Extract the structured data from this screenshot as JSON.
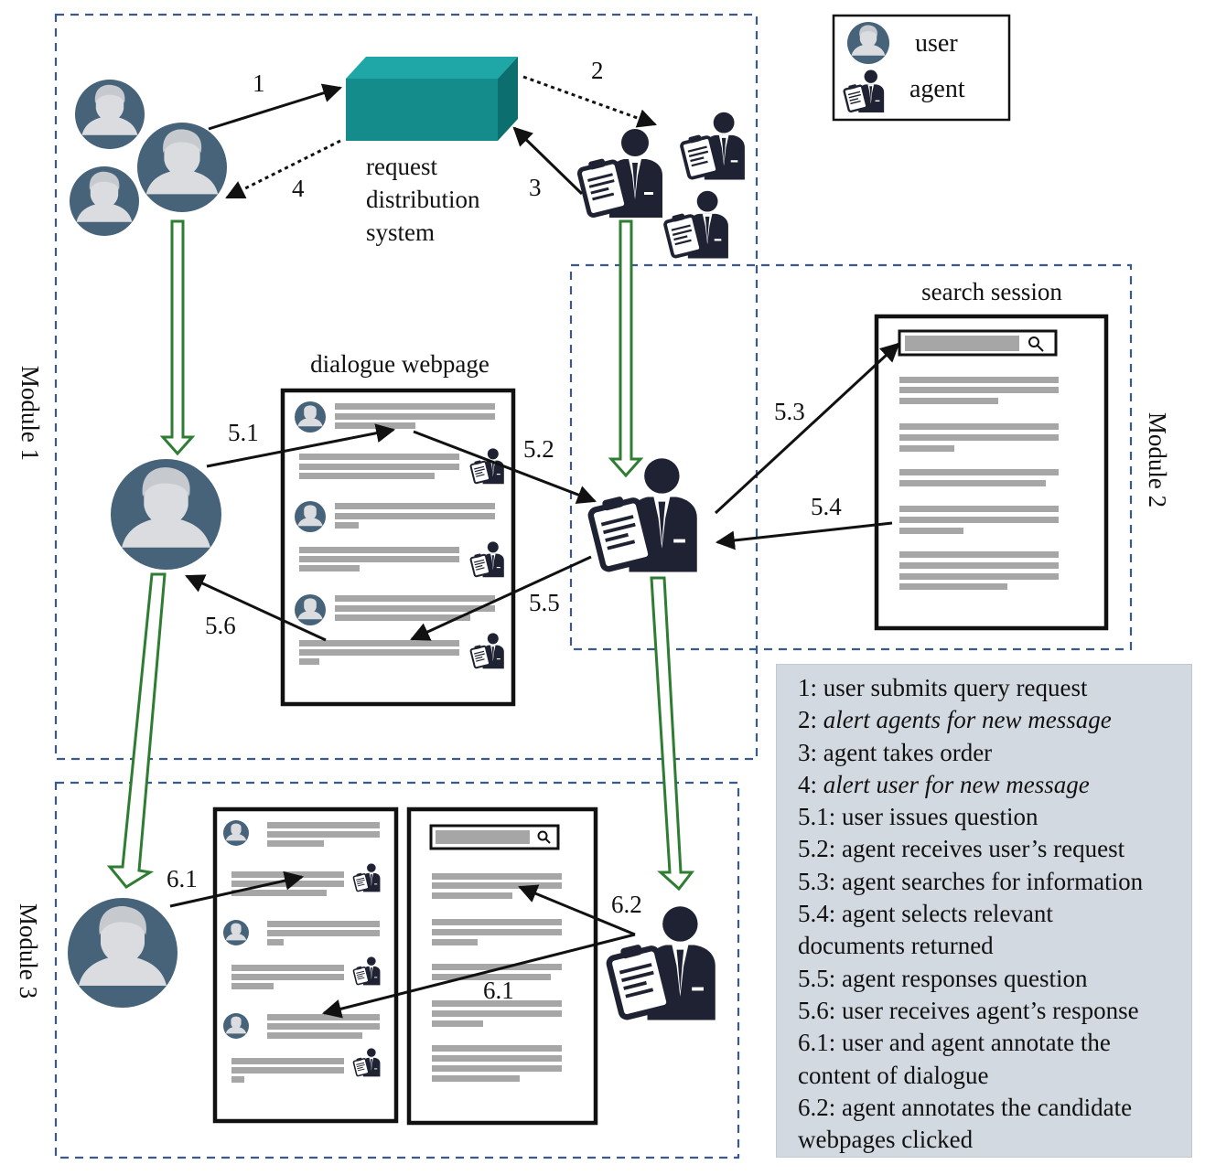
{
  "modules": {
    "module1": "Module 1",
    "module2": "Module 2",
    "module3": "Module 3"
  },
  "system": {
    "line1": "request",
    "line2": "distribution",
    "line3": "system"
  },
  "step_labels": {
    "s1": "1",
    "s2": "2",
    "s3": "3",
    "s4": "4",
    "s51": "5.1",
    "s52": "5.2",
    "s53": "5.3",
    "s54": "5.4",
    "s55": "5.5",
    "s56": "5.6",
    "s61a": "6.1",
    "s61b": "6.1",
    "s62": "6.2"
  },
  "titles": {
    "dialogue": "dialogue webpage",
    "search": "search session"
  },
  "key": {
    "user": "user",
    "agent": "agent"
  },
  "steps_legend": [
    {
      "num": "1:",
      "text": "user submits query request",
      "italic": false
    },
    {
      "num": "2:",
      "text": "alert agents for new message",
      "italic": true
    },
    {
      "num": "3:",
      "text": "agent takes order",
      "italic": false
    },
    {
      "num": "4:",
      "text": "alert user for new message",
      "italic": true
    },
    {
      "num": "5.1:",
      "text": "user issues question",
      "italic": false
    },
    {
      "num": "5.2:",
      "text": "agent receives user’s request",
      "italic": false
    },
    {
      "num": "5.3:",
      "text": "agent searches for information",
      "italic": false
    },
    {
      "num": "5.4:",
      "text": "agent selects relevant",
      "italic": false
    },
    {
      "num": "",
      "text": "documents returned",
      "italic": false
    },
    {
      "num": "5.5:",
      "text": "agent responses question",
      "italic": false
    },
    {
      "num": "5.6:",
      "text": "user receives agent’s response",
      "italic": false
    },
    {
      "num": "6.1:",
      "text": "user and agent annotate the",
      "italic": false
    },
    {
      "num": "",
      "text": "content of dialogue",
      "italic": false
    },
    {
      "num": "6.2:",
      "text": "agent annotates the candidate",
      "italic": false
    },
    {
      "num": "",
      "text": "webpages clicked",
      "italic": false
    }
  ],
  "colors": {
    "module_border": "#3a5a8c",
    "user_fill": "#46637a",
    "person_fill": "#dadcdf",
    "agent_fill": "#1f2233",
    "system_fill": "#148c8c",
    "flow_arrow": "#2e7d32",
    "doc_line": "#a6a6a6"
  }
}
